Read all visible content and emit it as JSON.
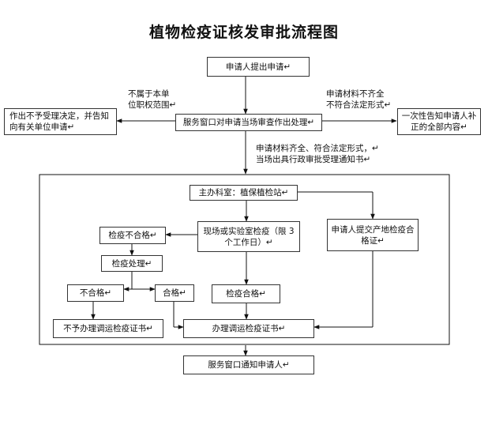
{
  "title": "植物检疫证核发审批流程图",
  "nodes": {
    "apply": "申请人提出申请↵",
    "not_accepted": "作出不予受理决定，并告知向有关单位申请↵",
    "window_check": "服务窗口对申请当场审查作出处理↵",
    "one_time_notice": "一次性告知申请人补正的全部内容↵",
    "main_dept": "主办科室：植保植检站↵",
    "inspection": "现场或实验室检疫（限 3 个工作日）↵",
    "origin_cert": "申请人提交产地检疫合格证↵",
    "fail": "检疫不合格↵",
    "treatment": "检疫处理↵",
    "unqualified": "不合格↵",
    "qualified": "合格↵",
    "pass": "检疫合格↵",
    "no_cert": "不予办理调运检疫证书↵",
    "issue_cert": "办理调运检疫证书↵",
    "notify": "服务窗口通知申请人↵"
  },
  "edge_labels": {
    "not_in_scope_1": "不属于本单",
    "not_in_scope_2": "位职权范围↵",
    "incomplete_1": "申请材料不齐全",
    "incomplete_2": "不符合法定形式↵",
    "complete_1": "申请材料齐全、符合法定形式，↵",
    "complete_2": "当场出具行政审批受理通知书↵"
  }
}
